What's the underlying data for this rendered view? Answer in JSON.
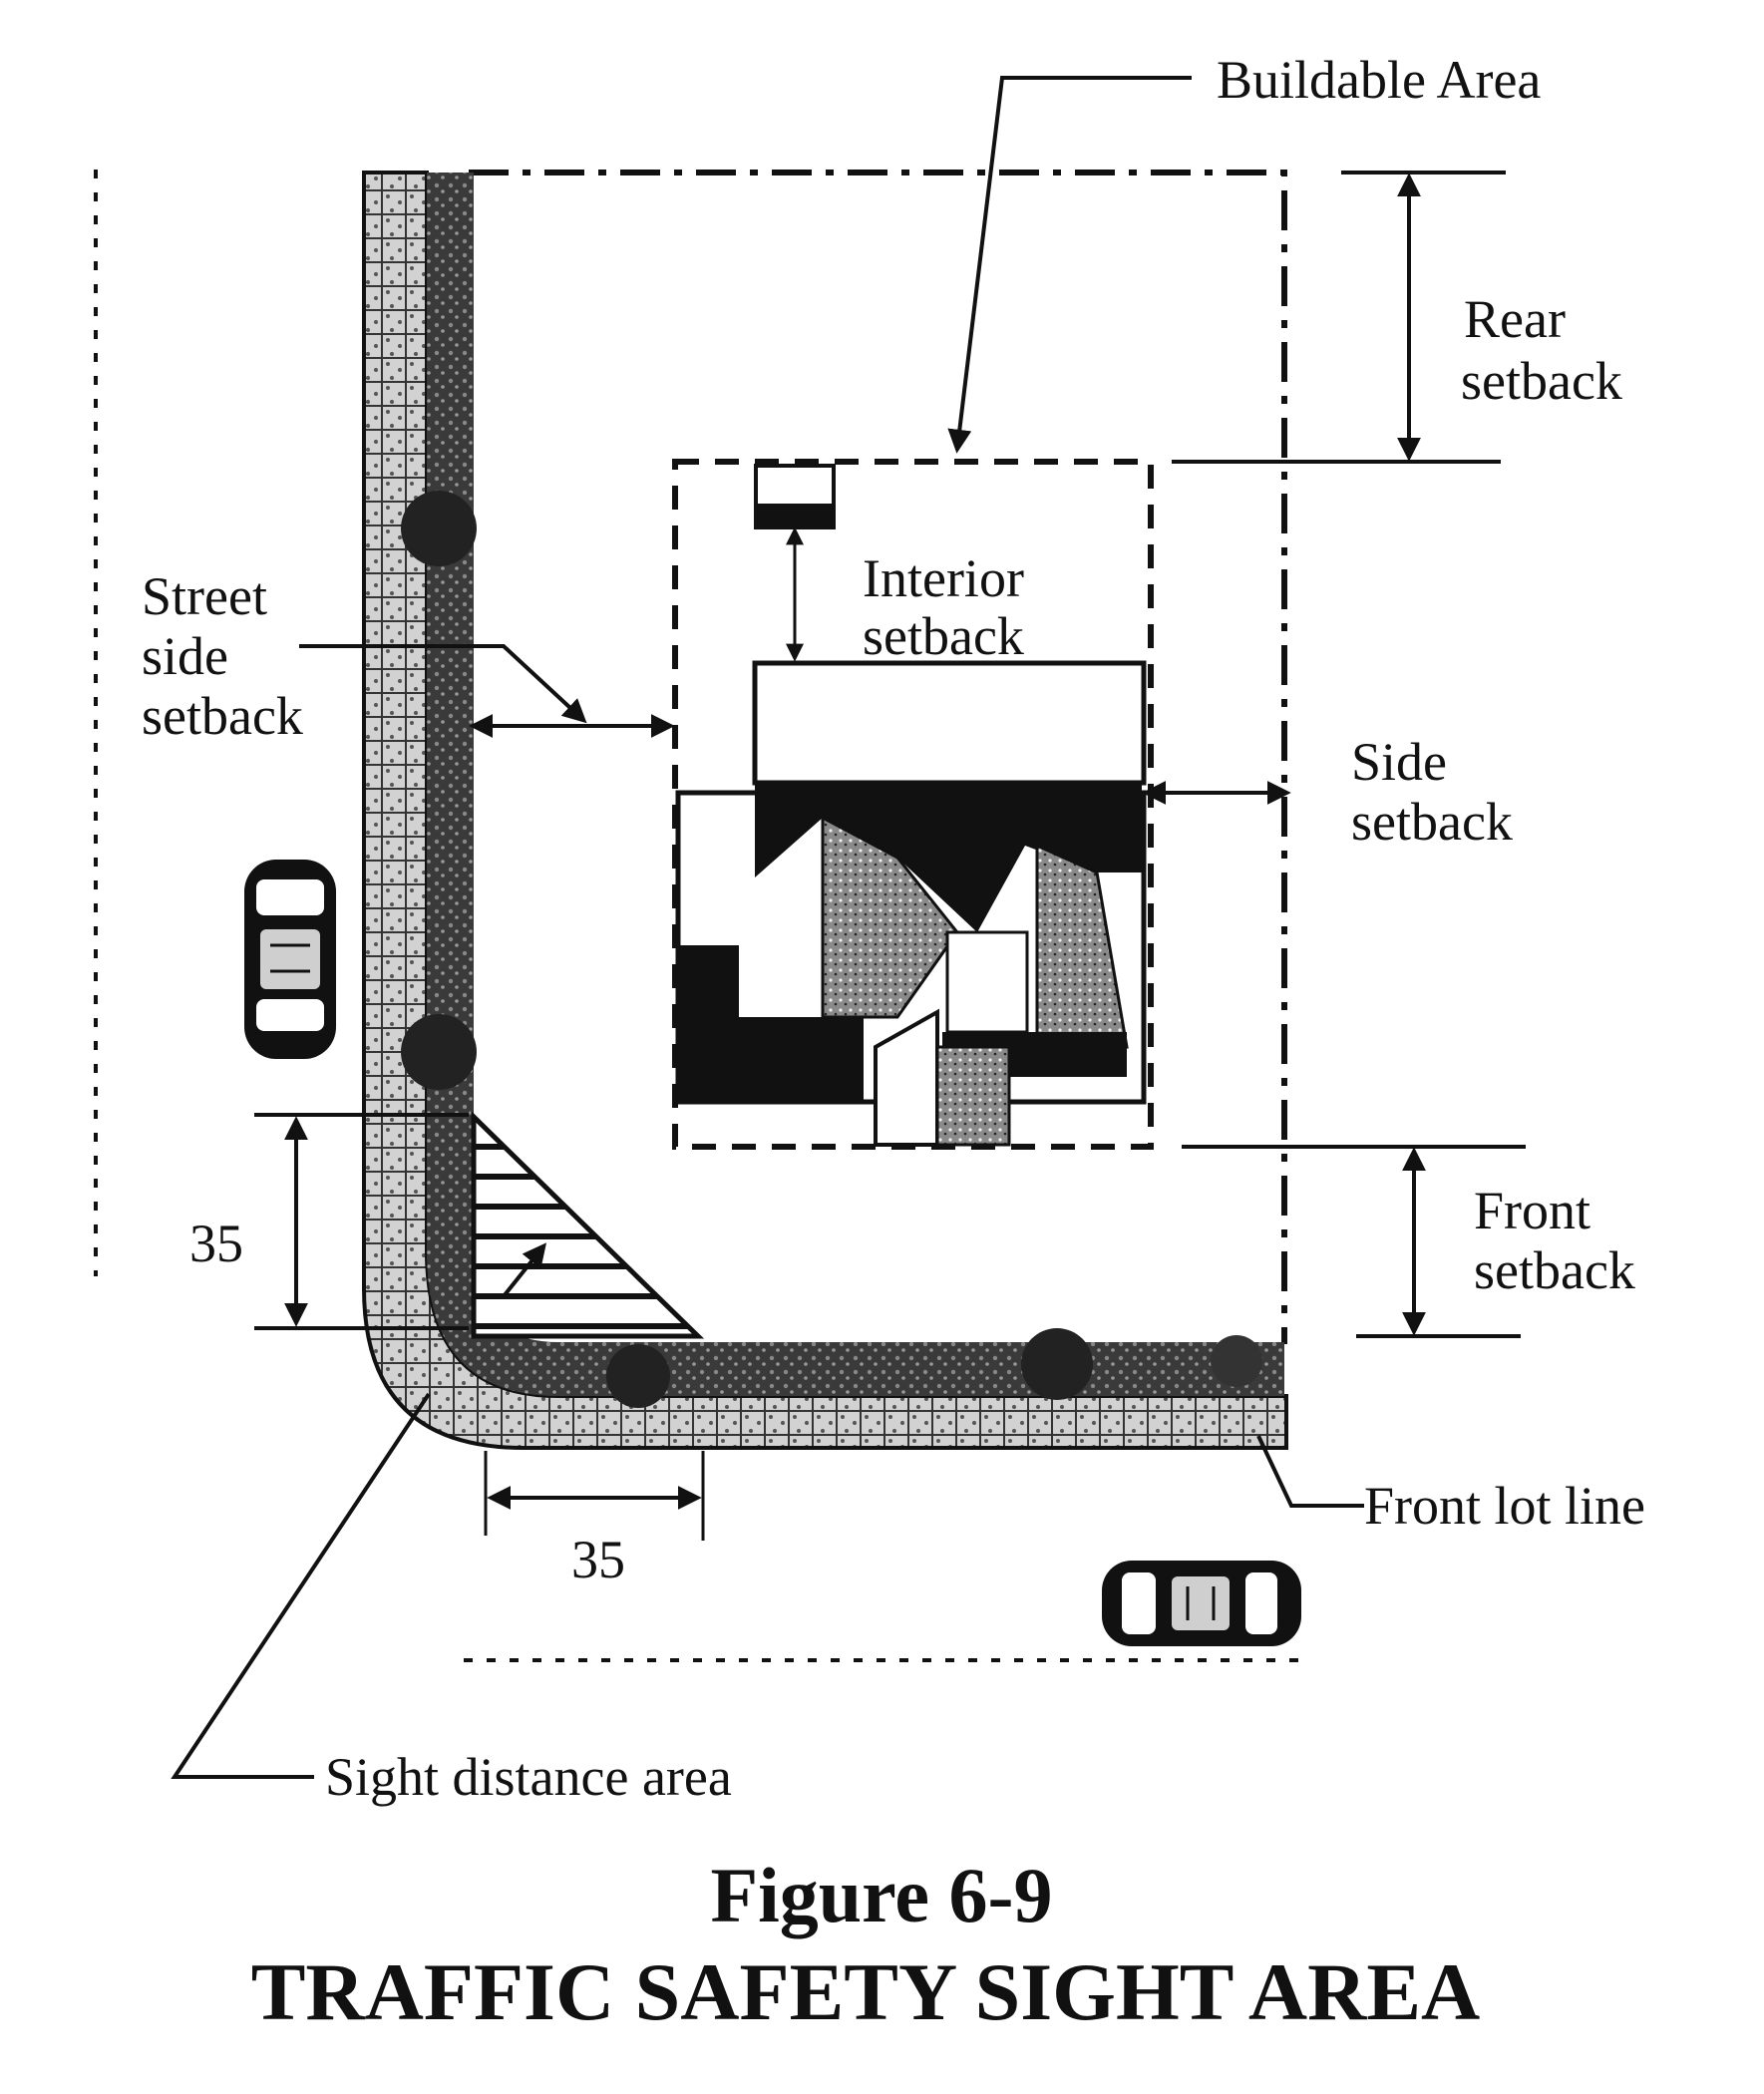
{
  "labels": {
    "buildable_area": "Buildable Area",
    "rear_setback_1": "Rear",
    "rear_setback_2": "setback",
    "interior_setback_1": "Interior",
    "interior_setback_2": "setback",
    "street_side_setback_1": "Street",
    "street_side_setback_2": "side",
    "street_side_setback_3": "setback",
    "side_setback_1": "Side",
    "side_setback_2": "setback",
    "front_setback_1": "Front",
    "front_setback_2": "setback",
    "front_lot_line": "Front lot line",
    "sight_distance_area": "Sight distance area",
    "dim_vertical": "35",
    "dim_horizontal": "35"
  },
  "caption": {
    "figure_number": "Figure 6-9",
    "title": "TRAFFIC SAFETY SIGHT AREA"
  },
  "colors": {
    "ink": "#111111",
    "paper": "#ffffff",
    "sidewalk_gray": "#b8b8b8",
    "landscape_dark": "#3a3a3a"
  },
  "icons": [
    "car-icon",
    "car-icon",
    "house-icon",
    "arrow-icon"
  ]
}
